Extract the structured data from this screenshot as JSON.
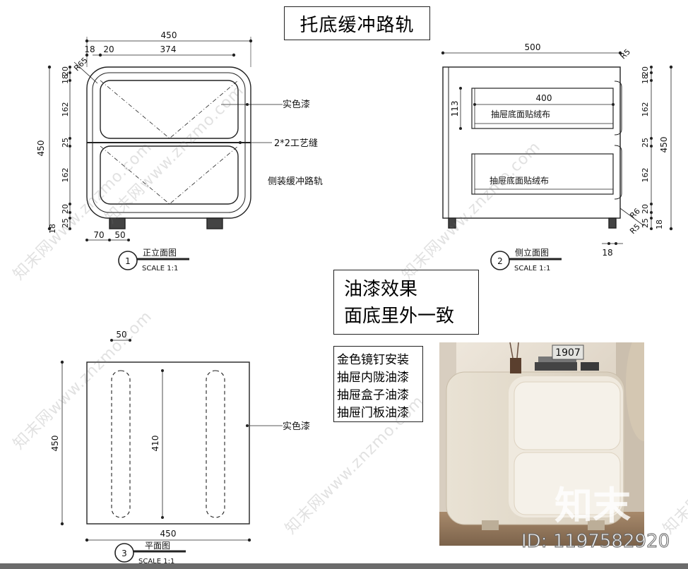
{
  "titles": {
    "main": "托底缓冲路轨",
    "paint_line1": "油漆效果",
    "paint_line2": "面底里外一致"
  },
  "notes": [
    "金色镜钉安装",
    "抽屉内陇油漆",
    "抽屉盒子油漆",
    "抽屉门板油漆"
  ],
  "front_view": {
    "dim_top_total": "450",
    "dim_top_a": "18",
    "dim_top_b": "20",
    "dim_top_c": "374",
    "dim_radius": "R65",
    "dims_left": [
      "20",
      "18",
      "162",
      "25",
      "162",
      "20",
      "25",
      "18"
    ],
    "dim_height": "450",
    "dims_bottom": [
      "70",
      "50"
    ],
    "label_paint": "实色漆",
    "label_gap": "2*2工艺缝",
    "label_rail": "侧装缓冲路轨",
    "view_number": "1",
    "view_name": "正立面图",
    "scale": "SCALE 1:1"
  },
  "side_view": {
    "dim_top": "500",
    "dim_r5_top": "R5",
    "dim_inner": "400",
    "dim_drawer_h": "113",
    "drawer_label_1": "抽屉底面贴绒布",
    "drawer_label_2": "抽屉底面贴绒布",
    "dims_right": [
      "20",
      "18",
      "162",
      "25",
      "162",
      "20",
      "25",
      "18"
    ],
    "dim_height": "450",
    "dim_r6": "R6",
    "dim_r5_bottom": "R5",
    "dim_bottom": "18",
    "view_number": "2",
    "view_name": "侧立面图",
    "scale": "SCALE 1:1"
  },
  "plan_view": {
    "dim_top": "50",
    "dim_left": "450",
    "dim_inner": "410",
    "dim_bottom": "450",
    "label_paint": "实色漆",
    "view_number": "3",
    "view_name": "平面图",
    "scale": "SCALE 1:1"
  },
  "photo": {
    "clock_text": "1907",
    "logo_text": "知末",
    "id_text": "ID: 1197582920"
  },
  "watermark": {
    "text": "知末网www.znzmo.com"
  }
}
